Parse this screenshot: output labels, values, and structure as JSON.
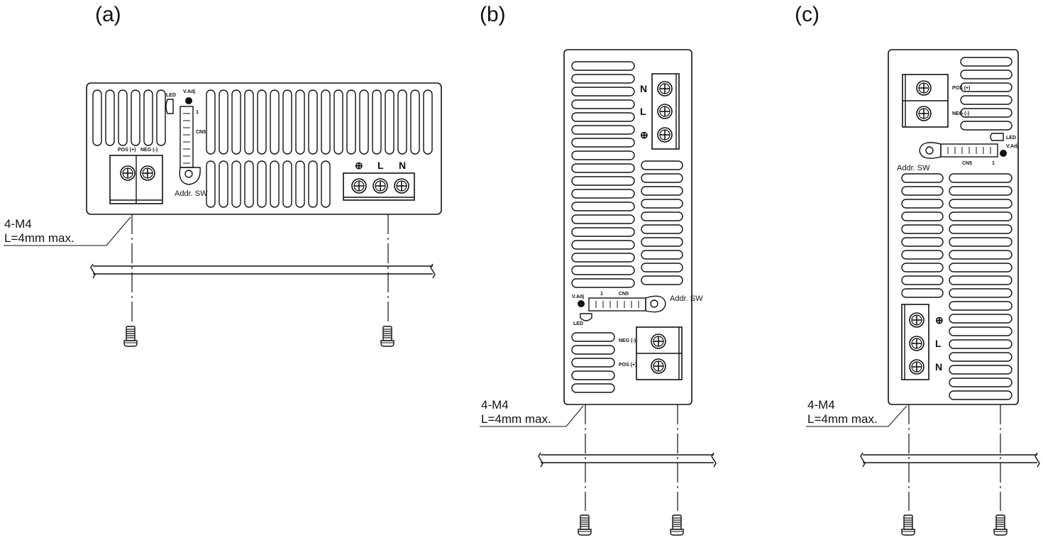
{
  "panels": [
    {
      "label": "(a)",
      "screw_note": [
        "4-M4",
        "L=4mm max."
      ],
      "led_label": "LED",
      "vadj_label": "V.Adj",
      "connector_label": "CN5",
      "pin_label": "1",
      "addr_label": "Addr. SW",
      "output_labels": [
        "POS (+)",
        "NEG (-)"
      ],
      "input_labels": [
        "⊕",
        "L",
        "N"
      ]
    },
    {
      "label": "(b)",
      "screw_note": [
        "4-M4",
        "L=4mm max."
      ],
      "led_label": "LED",
      "vadj_label": "V.Adj",
      "connector_label": "CN5",
      "pin_label": "1",
      "addr_label": "Addr. SW",
      "output_labels": [
        "NEG (-)",
        "POS (+)"
      ],
      "input_labels": [
        "N",
        "L",
        "⊕"
      ]
    },
    {
      "label": "(c)",
      "screw_note": [
        "4-M4",
        "L=4mm max."
      ],
      "led_label": "LED",
      "vadj_label": "V.Adj",
      "connector_label": "CN5",
      "pin_label": "1",
      "addr_label": "Addr. SW",
      "output_labels": [
        "POS (+)",
        "NEG (-)"
      ],
      "input_labels": [
        "⊕",
        "L",
        "N"
      ]
    }
  ]
}
